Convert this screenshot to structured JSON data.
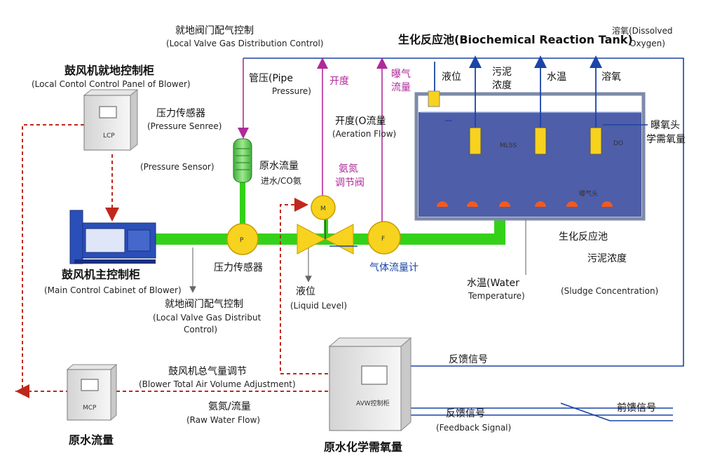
{
  "labels": {
    "local_valve_top_cn": "就地阀门配气控制",
    "local_valve_top_en": "(Local Valve Gas Distribution Control)",
    "blower_local_cn": "鼓风机就地控制柜",
    "blower_local_en": "(Local Contol Control Panel of Blower)",
    "pressure_sensor_top_cn": "压力传感器",
    "pressure_sensor_top_en": "(Pressure Senree)",
    "pressure_sensor_side_en": "(Pressure Sensor)",
    "pipe_pressure_cn": "管压(Pipe",
    "pipe_pressure_en": "Pressure)",
    "opening_top": "开度",
    "aeration_top_1": "曝气",
    "aeration_top_2": "流量",
    "opening_flow_cn": "开度(O流量",
    "opening_flow_en": "(Aeration Flow)",
    "raw_flow_mid_cn": "原水流量",
    "raw_flow_mid_2": "进水/CO氨",
    "ammonia_valve_1": "氨氮",
    "ammonia_valve_2": "调节阀",
    "tank_title": "生化反应池(Biochemical Reaction Tank)",
    "do_label_1": "溶氧(Dissolved",
    "do_label_2": "Oxygen)",
    "sig_level": "液位",
    "sig_sludge_1": "污泥",
    "sig_sludge_2": "浓度",
    "sig_temp": "水温",
    "sig_do": "溶氧",
    "aeration_demand_1": "曝氧头",
    "aeration_demand_2": "学需氧量",
    "mlss_tag": "MLSS",
    "do_tag": "DO",
    "aerator_tag": "曝气头",
    "main_cabinet_cn": "鼓风机主控制柜",
    "main_cabinet_en": "(Main Control Cabinet of Blower)",
    "pressure_sensor_bottom_cn": "压力传感器",
    "gas_flowmeter_cn": "气体流量计",
    "liquid_level_cn": "液位",
    "liquid_level_en": "(Liquid Level)",
    "local_valve_bottom_cn": "就地阀门配气控制",
    "local_valve_bottom_en_1": "(Local Valve Gas Distribut",
    "local_valve_bottom_en_2": "Control)",
    "water_temp_cn": "水温(Water",
    "water_temp_en": "Temperature)",
    "bio_tank_cn": "生化反应池",
    "sludge_conc_cn": "污泥浓度",
    "sludge_conc_en": "(Sludge Concentration)",
    "blower_total_cn": "鼓风机总气量调节",
    "blower_total_en": "(Blower Total Air Volume Adjustment)",
    "ammonia_flow_cn": "氨氮/流量",
    "raw_water_flow_en": "(Raw Water Flow)",
    "raw_flow_cabinet_cn": "原水流量",
    "cod_cn": "原水化学需氧量",
    "feedback_top_cn": "反馈信号",
    "feedback_bottom_cn": "反馈信号",
    "feedback_bottom_en": "(Feedback Signal)",
    "feedforward_cn": "前馈信号",
    "cabinet_local_tag": "LCP",
    "cabinet_raw_tag": "MCP",
    "cabinet_avw_tag": "AVW控制柜",
    "sensor_p": "P",
    "sensor_f": "F",
    "valve_m": "M"
  },
  "colors": {
    "pipe": "#34d11a",
    "tank_water": "#4e5ea8",
    "tank_border": "#7d8aa8",
    "sensor_yellow": "#f7d21e",
    "signal_blue": "#1a44a8",
    "signal_purple": "#b02a9a",
    "control_red": "#c0281c",
    "aerator_orange": "#f05a22"
  }
}
